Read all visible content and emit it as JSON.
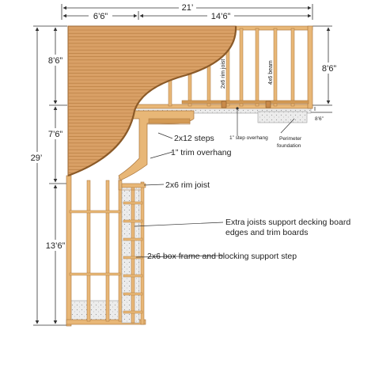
{
  "dimensions": {
    "overall_width": "21’",
    "left_width": "6’6”",
    "right_width": "14’6”",
    "overall_height": "29’",
    "top_left_height": "8’6”",
    "middle_left_height": "7’6”",
    "bottom_left_height": "13’6”",
    "right_height": "8’6”",
    "right_small": "8’6”"
  },
  "labels": {
    "rim_joist_vertical": "2x6 rim joist",
    "beam_vertical": "4x6 beam",
    "step_overhang": "1” step overhang",
    "perimeter_foundation_1": "Perimeter",
    "perimeter_foundation_2": "foundation",
    "steps": "2x12 steps",
    "trim_overhang": "1” trim overhang",
    "rim_joist": "2x6 rim joist",
    "extra_joists_1": "Extra joists support decking board",
    "extra_joists_2": "edges and trim boards",
    "box_frame": "2x6 box frame and blocking support step"
  },
  "colors": {
    "decking": "#d9a066",
    "decking_line": "#b57a3e",
    "joist": "#e8b777",
    "joist_edge": "#a8733a",
    "foundation": "#e6e6e6",
    "line": "#333333"
  }
}
